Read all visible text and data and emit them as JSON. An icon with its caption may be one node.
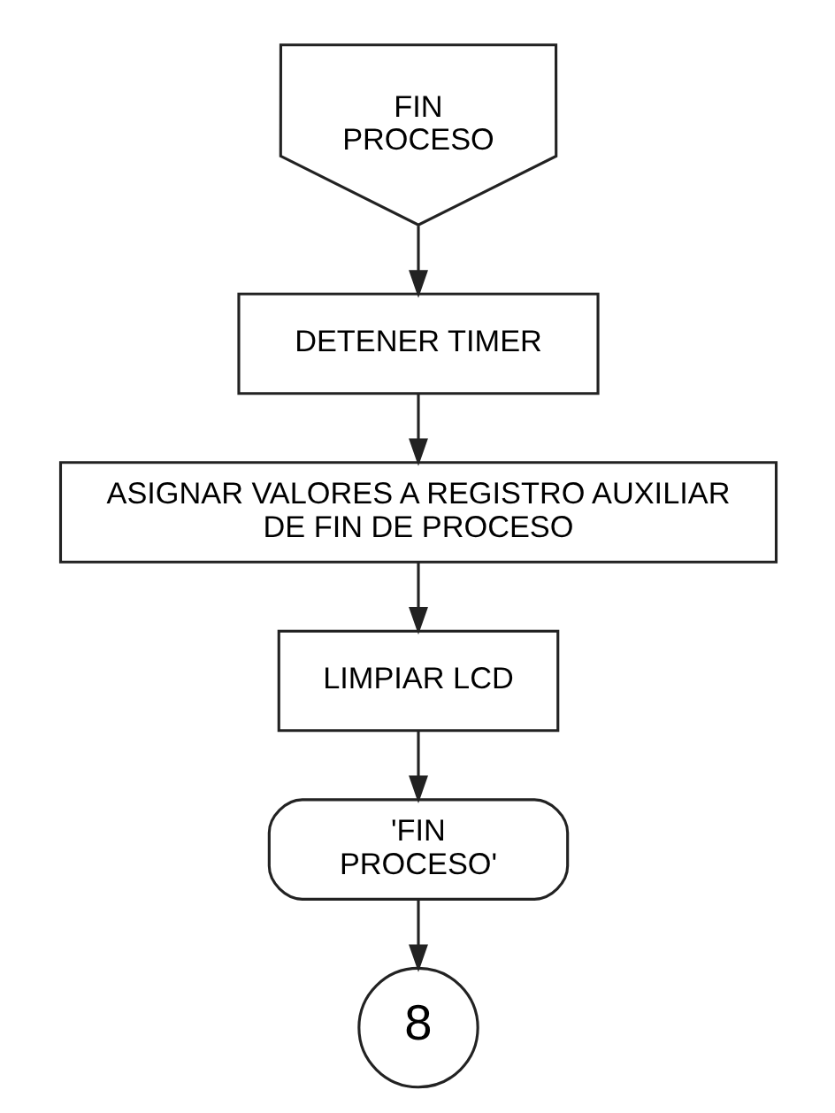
{
  "diagram": {
    "nodes": [
      {
        "text": [
          "FIN PROCESO"
        ]
      },
      {
        "text": [
          "DETENER TIMER"
        ]
      },
      {
        "text": [
          "ASIGNAR VALORES A REGISTRO AUXILIAR DE FIN DE PROCESO"
        ]
      },
      {
        "text": [
          "LIMPIAR LCD"
        ]
      },
      {
        "text": [
          "'FIN PROCESO'"
        ]
      },
      {
        "text": [
          "8"
        ]
      }
    ],
    "edges": [
      {
        "from": 0,
        "to": 1,
        "arrow": "to"
      },
      {
        "from": 1,
        "to": 2,
        "arrow": "to"
      },
      {
        "from": 2,
        "to": 3,
        "arrow": "to"
      },
      {
        "from": 3,
        "to": 4,
        "arrow": "to"
      },
      {
        "from": 4,
        "to": 5,
        "arrow": "to"
      }
    ]
  }
}
